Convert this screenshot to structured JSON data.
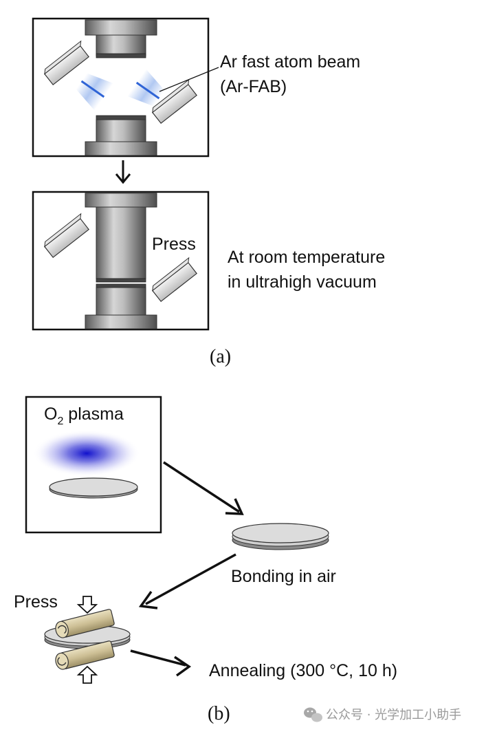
{
  "panel_a": {
    "beam_label_line1": "Ar fast atom beam",
    "beam_label_line2": "(Ar-FAB)",
    "press_label": "Press",
    "condition_line1": "At room temperature",
    "condition_line2": "in ultrahigh vacuum",
    "caption": "(a)"
  },
  "panel_b": {
    "plasma_label_main": "O",
    "plasma_label_sub": "2",
    "plasma_label_rest": " plasma",
    "bonding_label": "Bonding in air",
    "press_label": "Press",
    "annealing_label": "Annealing (300 °C, 10 h)",
    "caption": "(b)"
  },
  "watermark": {
    "text": "公众号 · 光学加工小助手",
    "icon": "wechat-icon"
  },
  "colors": {
    "beam_blue": "#3a6fd8",
    "plasma_blue": "#1c1cd0",
    "roller": "#cfc29a",
    "steel_dark": "#5e5e5e",
    "steel_light": "#d4d4d4"
  }
}
